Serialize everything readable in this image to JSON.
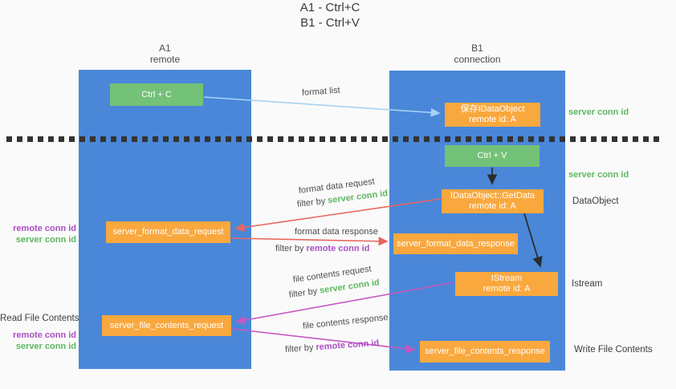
{
  "title": {
    "line1": "A1 - Ctrl+C",
    "line2": "B1 - Ctrl+V"
  },
  "lanes": {
    "left": {
      "title": "A1",
      "subtitle": "remote"
    },
    "right": {
      "title": "B1",
      "subtitle": "connection"
    }
  },
  "nodes": {
    "ctrl_c": {
      "label": "Ctrl + C"
    },
    "ctrl_v": {
      "label": "Ctrl + V"
    },
    "save_idataobject": {
      "line1": "保存IDataObject",
      "line2": "remote id: A"
    },
    "idataobject_getdata": {
      "line1": "IDataObject::GetData",
      "line2": "remote id: A"
    },
    "istream": {
      "line1": "IStream",
      "line2": "remote id: A"
    },
    "server_format_data_request": {
      "label": "server_format_data_request"
    },
    "server_format_data_response": {
      "label": "server_format_data_response"
    },
    "server_file_contents_request": {
      "label": "server_file_contents_request"
    },
    "server_file_contents_response": {
      "label": "server_file_contents_response"
    }
  },
  "annotations": {
    "right": {
      "server_conn_id_top": "server conn id",
      "server_conn_id_mid": "server conn id",
      "dataobject": "DataObject",
      "istream": "Istream",
      "write_file_contents": "Write File Contents"
    },
    "left": {
      "remote_conn_id_top": "remote conn id",
      "server_conn_id_top": "server conn id",
      "read_file_contents": "Read File Contents",
      "remote_conn_id_bottom": "remote conn id",
      "server_conn_id_bottom": "server conn id"
    }
  },
  "flow_labels": {
    "format_list": "format list",
    "format_data_request": "format data request",
    "format_data_response": "format data response",
    "file_contents_request": "file contents request",
    "file_contents_response": "file contents response",
    "filter_by": "filter by",
    "server_conn_id": "server conn id",
    "remote_conn_id": "remote conn id"
  },
  "colors": {
    "background": "#fafafa",
    "lane_blue": "#4a87d9",
    "node_green": "#74c178",
    "node_orange": "#f9a83e",
    "accent_green": "#5cb85f",
    "accent_purple": "#ab4fc4",
    "arrow_light_blue": "#a5d2f3",
    "arrow_red": "#e8655e",
    "arrow_magenta": "#c558c1",
    "arrow_black": "#2d2d2d",
    "divider_dash": "#333333"
  }
}
